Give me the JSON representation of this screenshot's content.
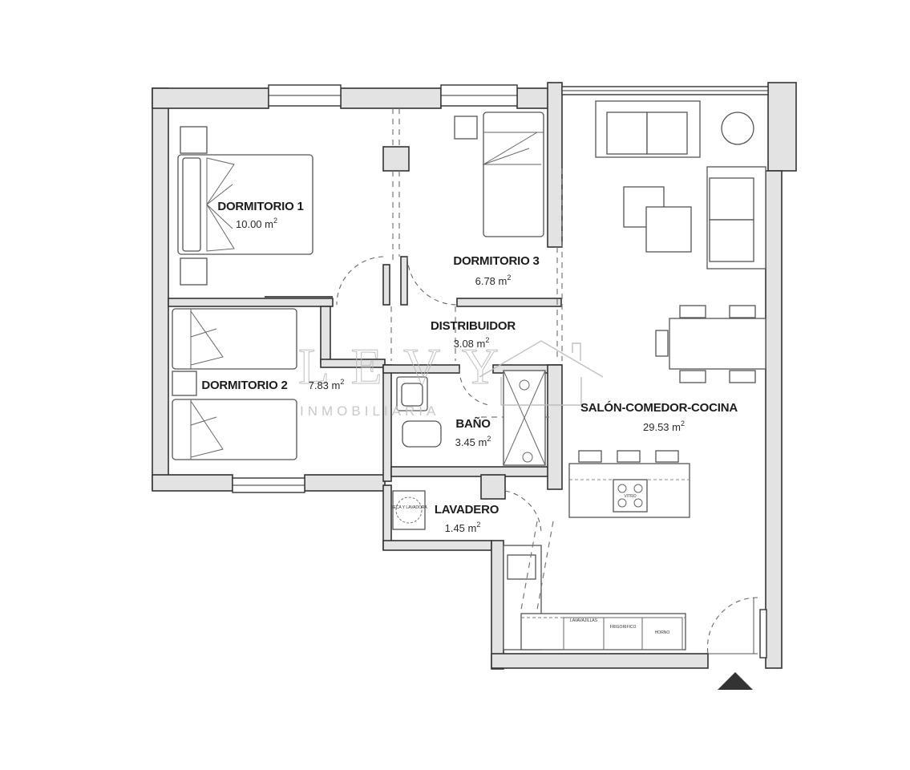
{
  "plan": {
    "rooms": [
      {
        "id": "dormitorio-1",
        "name": "DORMITORIO 1",
        "area": "10.00 m",
        "unit_sup": "2"
      },
      {
        "id": "dormitorio-2",
        "name": "DORMITORIO 2",
        "area": "7.83 m",
        "unit_sup": "2"
      },
      {
        "id": "dormitorio-3",
        "name": "DORMITORIO 3",
        "area": "6.78 m",
        "unit_sup": "2"
      },
      {
        "id": "distribuidor",
        "name": "DISTRIBUIDOR",
        "area": "3.08 m",
        "unit_sup": "2"
      },
      {
        "id": "bano",
        "name": "BAÑO",
        "area": "3.45 m",
        "unit_sup": "2"
      },
      {
        "id": "lavadero",
        "name": "LAVADERO",
        "area": "1.45 m",
        "unit_sup": "2"
      },
      {
        "id": "salon",
        "name": "SALÓN-COMEDOR-COCINA",
        "area": "29.53 m",
        "unit_sup": "2"
      }
    ],
    "appliance_labels": {
      "washer": "SECA Y LAVADORA",
      "dishwasher": "LAVAVAJILLAS",
      "fridge": "FRIGORIFICO",
      "oven": "HORNO",
      "hob": "VITRO"
    }
  },
  "watermark": {
    "brand": "LEVY",
    "tagline": "INMOBILIARIA"
  },
  "colors": {
    "wall_fill": "#e3e3e3",
    "wall_stroke": "#333333",
    "furniture_stroke": "#555555",
    "watermark": "#b9b9b9",
    "entrance_marker": "#333333"
  }
}
